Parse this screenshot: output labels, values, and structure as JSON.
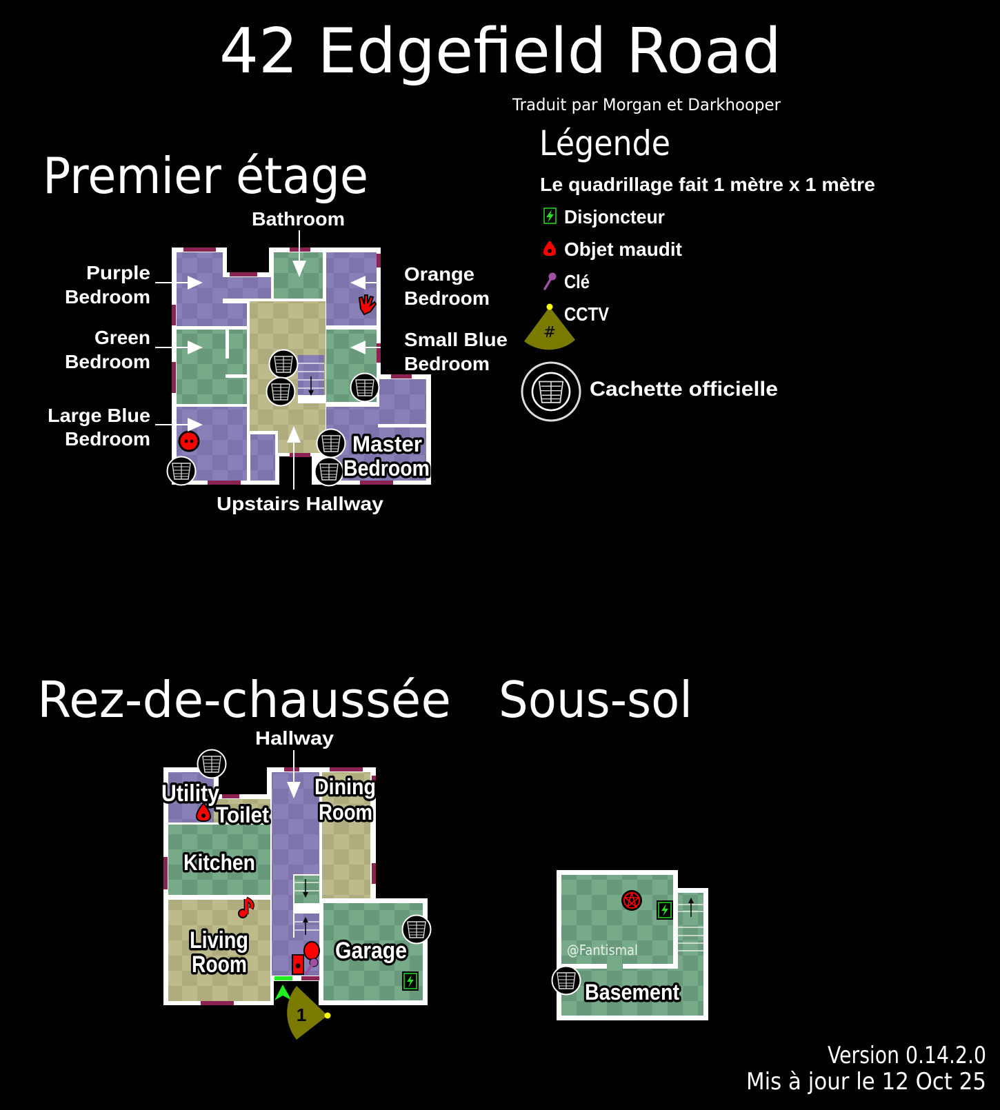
{
  "title": "42 Edgefield Road",
  "subtitle": "Traduit par Morgan et Darkhooper",
  "legend": {
    "heading": "Légende",
    "grid_note": "Le quadrillage fait 1 mètre x 1 mètre",
    "items": [
      {
        "icon": "breaker-icon",
        "label": "Disjoncteur"
      },
      {
        "icon": "cursed-object-icon",
        "label": "Objet maudit"
      },
      {
        "icon": "key-icon",
        "label": "Clé"
      },
      {
        "icon": "cctv-icon",
        "label": "CCTV",
        "symbol": "#"
      }
    ],
    "hiding_spot": "Cachette officielle"
  },
  "floors": {
    "first": {
      "title": "Premier étage",
      "rooms": {
        "bathroom": "Bathroom",
        "purple": [
          "Purple",
          "Bedroom"
        ],
        "green": [
          "Green",
          "Bedroom"
        ],
        "large_blue": [
          "Large Blue",
          "Bedroom"
        ],
        "orange": [
          "Orange",
          "Bedroom"
        ],
        "small_blue": [
          "Small Blue",
          "Bedroom"
        ],
        "master": [
          "Master",
          "Bedroom"
        ],
        "hallway": "Upstairs Hallway"
      }
    },
    "ground": {
      "title": "Rez-de-chaussée",
      "rooms": {
        "hallway": "Hallway",
        "utility": "Utility",
        "toilet": "Toilet",
        "dining": [
          "Dining",
          "Room"
        ],
        "kitchen": "Kitchen",
        "living": [
          "Living",
          "Room"
        ],
        "garage": "Garage"
      },
      "cctv_number": "1"
    },
    "basement": {
      "title": "Sous-sol",
      "rooms": {
        "basement": "Basement"
      },
      "credit": "@Fantismal"
    }
  },
  "footer": {
    "version": "Version 0.14.2.0",
    "updated": "Mis à jour le 12 Oct 25"
  },
  "colors": {
    "purple_room": "#8a80b8",
    "green_room": "#74a886",
    "olive_room": "#bdbb8c",
    "door": "#8b2252",
    "cctv": "#7a7a00",
    "breaker": "#22e022",
    "cursed": "#ff0000",
    "key": "#a050a0"
  }
}
